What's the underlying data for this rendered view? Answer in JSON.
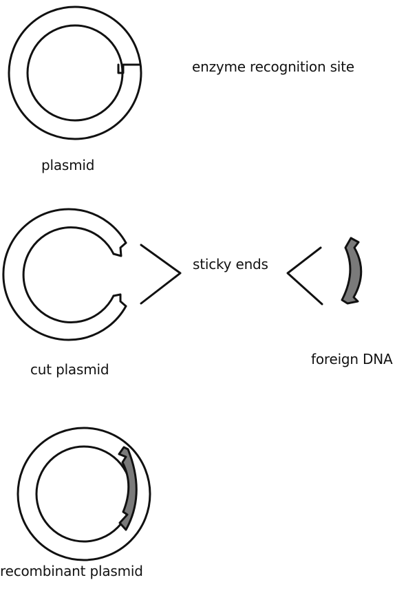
{
  "labels": {
    "plasmid": "plasmid",
    "recognition_site": "enzyme recognition site",
    "sticky_ends": "sticky ends",
    "cut_plasmid": "cut plasmid",
    "foreign_dna": "foreign DNA",
    "recombinant_plasmid": "recombinant plasmid"
  },
  "colors": {
    "line": "#111111",
    "dna_fill": "#7a7a7a",
    "background": "#ffffff"
  }
}
